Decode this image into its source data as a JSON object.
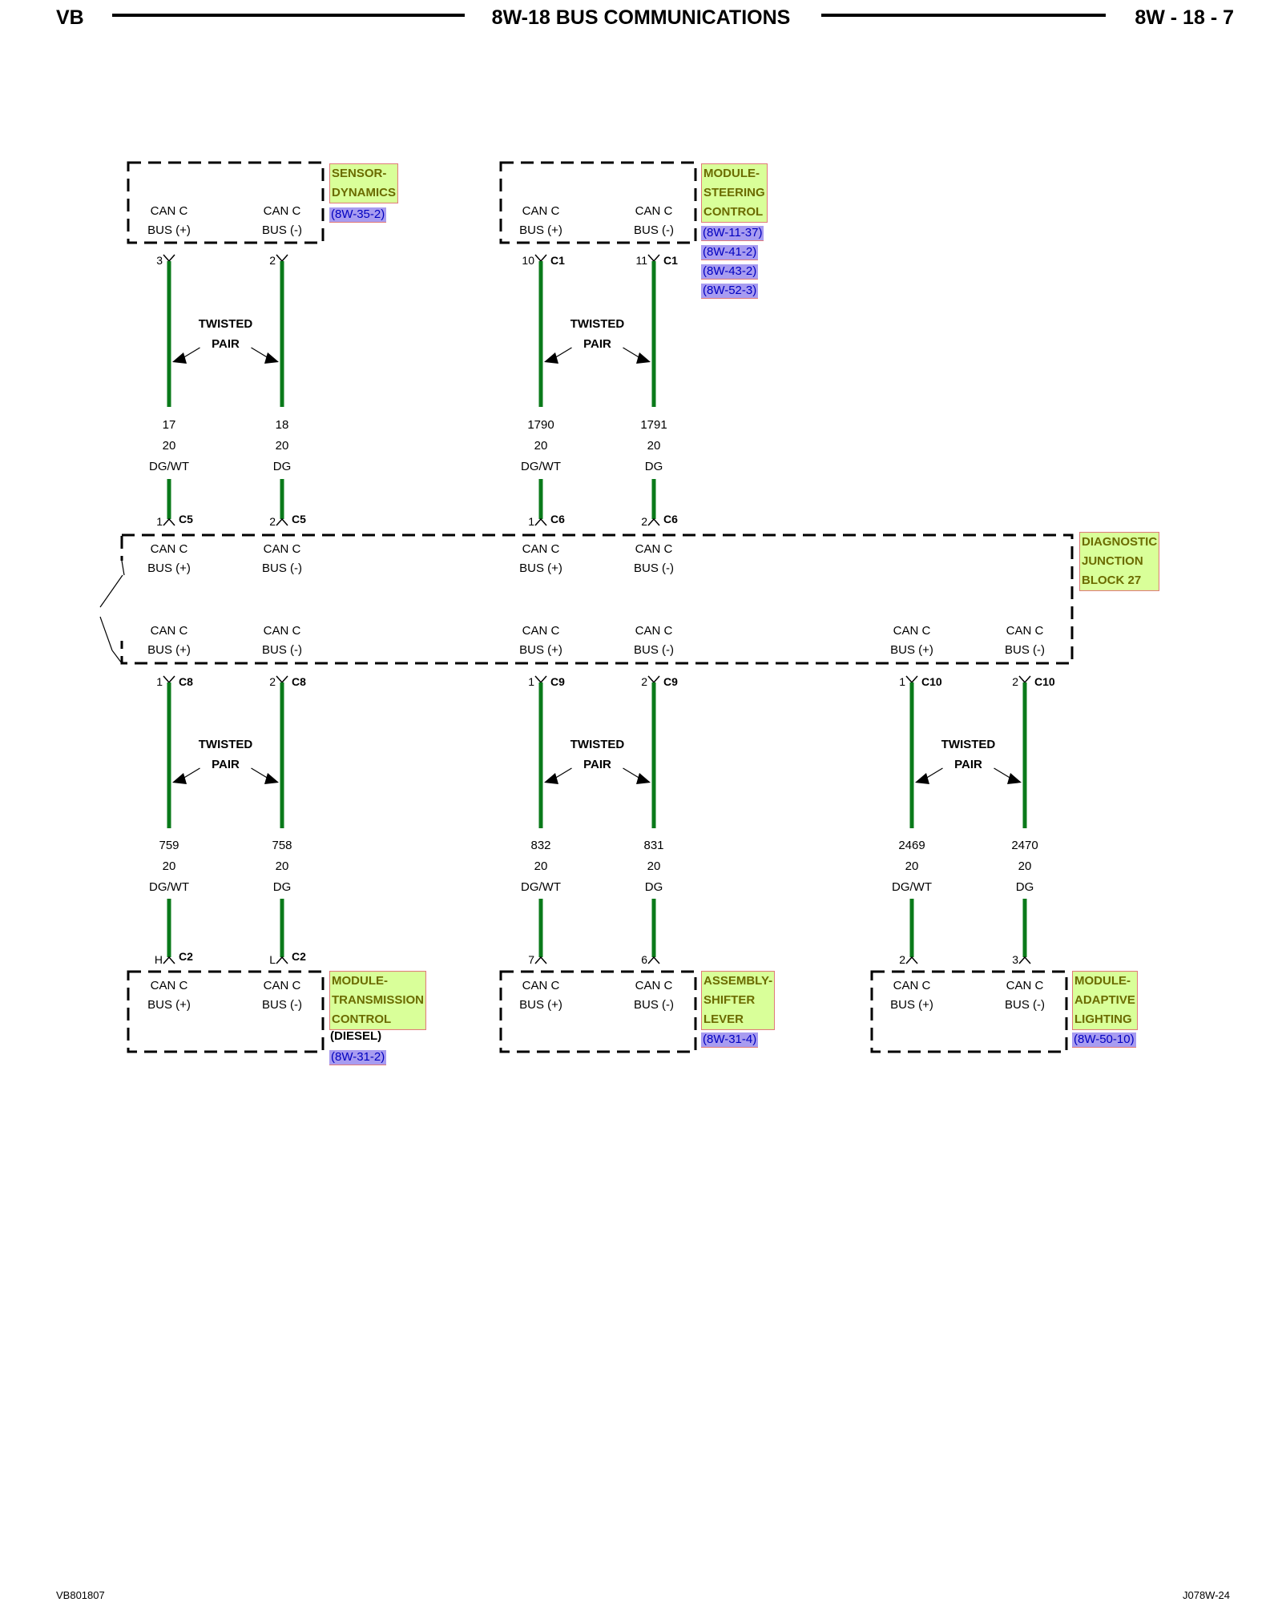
{
  "header": {
    "left": "VB",
    "title": "8W-18 BUS COMMUNICATIONS",
    "right": "8W - 18 - 7"
  },
  "footer": {
    "left": "VB801807",
    "right": "J078W-24"
  },
  "colors": {
    "wire": "#0a7a1a",
    "label_bg": "#d9ff99",
    "label_text": "#6b6b00",
    "ref_bg": "#a89cf0",
    "ref_text": "#0000c0"
  },
  "bus_label": {
    "line1": "CAN C",
    "line2_pos": "BUS (+)",
    "line2_neg": "BUS (-)"
  },
  "twisted_pair": {
    "line1": "TWISTED",
    "line2": "PAIR"
  },
  "modules": {
    "sensor_dynamics": {
      "label_lines": [
        "SENSOR-",
        "DYNAMICS"
      ],
      "refs": [
        "(8W-35-2)"
      ]
    },
    "steering_control": {
      "label_lines": [
        "MODULE-",
        "STEERING",
        "CONTROL"
      ],
      "refs": [
        "(8W-11-37)",
        "(8W-41-2)",
        "(8W-43-2)",
        "(8W-52-3)"
      ]
    },
    "junction_block": {
      "label_lines": [
        "DIAGNOSTIC",
        "JUNCTION",
        "BLOCK 27"
      ]
    },
    "transmission_control": {
      "label_lines": [
        "MODULE-",
        "TRANSMISSION",
        "CONTROL"
      ],
      "note": "(DIESEL)",
      "refs": [
        "(8W-31-2)"
      ]
    },
    "shifter_lever": {
      "label_lines": [
        "ASSEMBLY-",
        "SHIFTER",
        "LEVER"
      ],
      "refs": [
        "(8W-31-4)"
      ]
    },
    "adaptive_lighting": {
      "label_lines": [
        "MODULE-",
        "ADAPTIVE",
        "LIGHTING"
      ],
      "refs": [
        "(8W-50-10)"
      ]
    }
  },
  "upper_pairs": [
    {
      "top_pins": [
        "3",
        "2"
      ],
      "top_conn": [
        "",
        ""
      ],
      "circuits": [
        "17",
        "18"
      ],
      "gauges": [
        "20",
        "20"
      ],
      "colors": [
        "DG/WT",
        "DG"
      ],
      "jb_pins": [
        "1",
        "2"
      ],
      "jb_conn": "C5"
    },
    {
      "top_pins": [
        "10",
        "11"
      ],
      "top_conn": [
        "C1",
        "C1"
      ],
      "circuits": [
        "1790",
        "1791"
      ],
      "gauges": [
        "20",
        "20"
      ],
      "colors": [
        "DG/WT",
        "DG"
      ],
      "jb_pins": [
        "1",
        "2"
      ],
      "jb_conn": "C6"
    }
  ],
  "lower_pairs": [
    {
      "jb_pins": [
        "1",
        "2"
      ],
      "jb_conn": "C8",
      "circuits": [
        "759",
        "758"
      ],
      "gauges": [
        "20",
        "20"
      ],
      "colors": [
        "DG/WT",
        "DG"
      ],
      "bot_pins": [
        "H",
        "L"
      ],
      "bot_conn": [
        "C2",
        "C2"
      ]
    },
    {
      "jb_pins": [
        "1",
        "2"
      ],
      "jb_conn": "C9",
      "circuits": [
        "832",
        "831"
      ],
      "gauges": [
        "20",
        "20"
      ],
      "colors": [
        "DG/WT",
        "DG"
      ],
      "bot_pins": [
        "7",
        "6"
      ],
      "bot_conn": [
        "",
        ""
      ]
    },
    {
      "jb_pins": [
        "1",
        "2"
      ],
      "jb_conn": "C10",
      "circuits": [
        "2469",
        "2470"
      ],
      "gauges": [
        "20",
        "20"
      ],
      "colors": [
        "DG/WT",
        "DG"
      ],
      "bot_pins": [
        "2",
        "3"
      ],
      "bot_conn": [
        "",
        ""
      ]
    }
  ]
}
